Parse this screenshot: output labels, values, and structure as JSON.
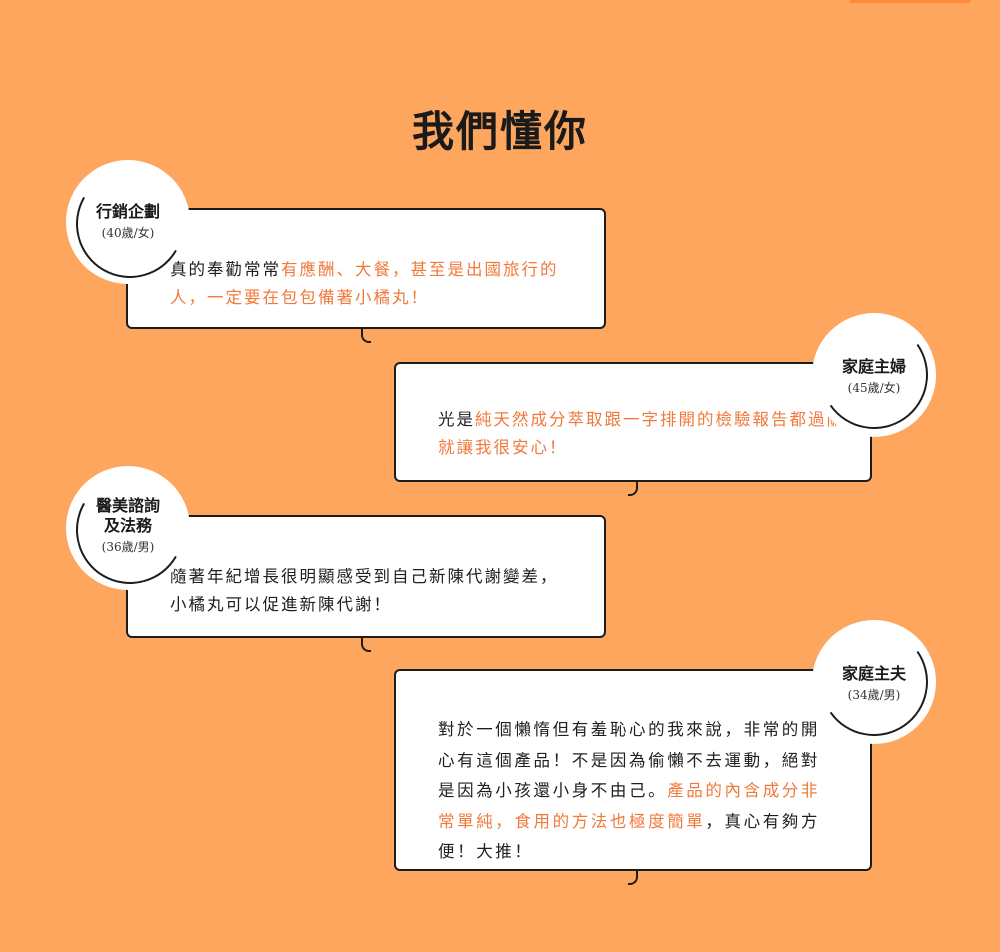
{
  "page": {
    "title": "我們懂你",
    "background_color": "#ffa65e",
    "highlight_color": "#f07a3c"
  },
  "testimonials": [
    {
      "name": "行銷企劃",
      "info": "(40歲/女)",
      "segments": [
        {
          "text": "真的奉勸常常",
          "highlight": false
        },
        {
          "text": "有應酬、大餐，甚至是出國旅行的人，一定要在包包備著小橘丸！",
          "highlight": true
        }
      ]
    },
    {
      "name": "家庭主婦",
      "info": "(45歲/女)",
      "segments": [
        {
          "text": "光是",
          "highlight": false
        },
        {
          "text": "純天然成分萃取跟一字排開的檢驗報告都過關就讓我很安心！",
          "highlight": true
        }
      ]
    },
    {
      "name_line1": "醫美諮詢",
      "name_line2": "及法務",
      "info": "(36歲/男)",
      "segments": [
        {
          "text": "隨著年紀增長很明顯感受到自己新陳代謝變差，小橘丸可以促進新陳代謝！",
          "highlight": false
        }
      ]
    },
    {
      "name": "家庭主夫",
      "info": "(34歲/男)",
      "segments": [
        {
          "text": "對於一個懶惰但有羞恥心的我來說，非常的開心有這個產品！不是因為偷懶不去運動，絕對是因為小孩還小身不由己。",
          "highlight": false
        },
        {
          "text": "產品的內含成分非常單純，食用的方法也極度簡單",
          "highlight": true
        },
        {
          "text": "，真心有夠方便！大推！",
          "highlight": false
        }
      ]
    }
  ]
}
